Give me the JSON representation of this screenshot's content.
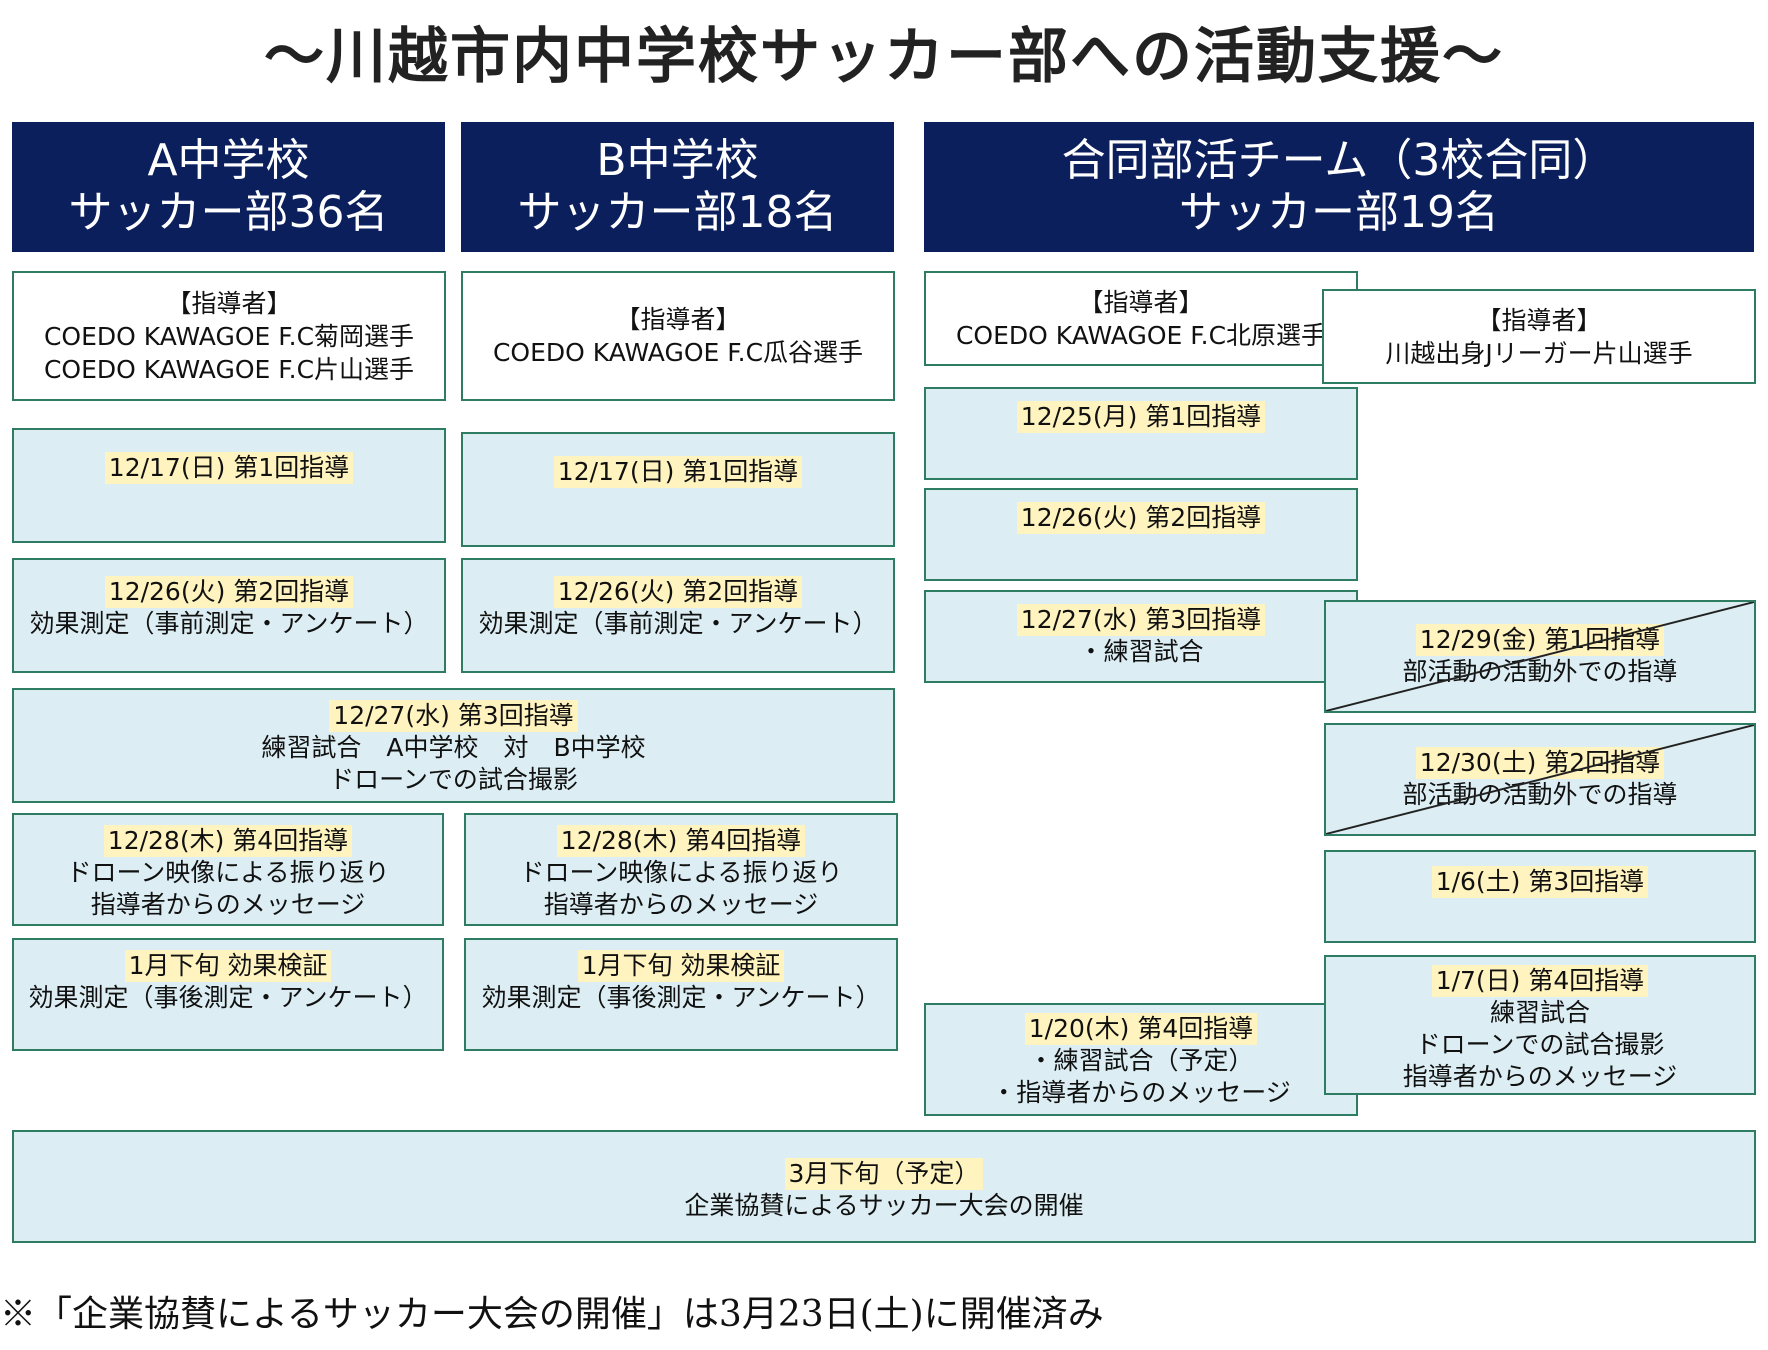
{
  "title": "〜川越市内中学校サッカー部への活動支援〜",
  "columns": {
    "a": {
      "name": "A中学校",
      "members": "サッカー部36名"
    },
    "b": {
      "name": "B中学校",
      "members": "サッカー部18名"
    },
    "c": {
      "name": "合同部活チーム（3校合同）",
      "members": "サッカー部19名"
    }
  },
  "coaches": {
    "a": {
      "label": "【指導者】",
      "lines": [
        "COEDO KAWAGOE F.C菊岡選手",
        "COEDO KAWAGOE F.C片山選手"
      ]
    },
    "b": {
      "label": "【指導者】",
      "lines": [
        "COEDO KAWAGOE F.C瓜谷選手"
      ]
    },
    "c1": {
      "label": "【指導者】",
      "lines": [
        "COEDO KAWAGOE F.C北原選手"
      ]
    },
    "c2": {
      "label": "【指導者】",
      "lines": [
        "川越出身Jリーガー片山選手"
      ]
    }
  },
  "sessions": {
    "a1": {
      "head": "12/17(日) 第1回指導"
    },
    "b1": {
      "head": "12/17(日) 第1回指導"
    },
    "a2": {
      "head": "12/26(火) 第2回指導",
      "lines": [
        "効果測定（事前測定・アンケート）"
      ]
    },
    "b2": {
      "head": "12/26(火) 第2回指導",
      "lines": [
        "効果測定（事前測定・アンケート）"
      ]
    },
    "ab3": {
      "head": "12/27(水) 第3回指導",
      "lines": [
        "練習試合　A中学校　対　B中学校",
        "ドローンでの試合撮影"
      ]
    },
    "a4": {
      "head": "12/28(木) 第4回指導",
      "lines": [
        "ドローン映像による振り返り",
        "指導者からのメッセージ"
      ]
    },
    "b4": {
      "head": "12/28(木) 第4回指導",
      "lines": [
        "ドローン映像による振り返り",
        "指導者からのメッセージ"
      ]
    },
    "a5": {
      "head": "1月下旬 効果検証",
      "lines": [
        "効果測定（事後測定・アンケート）"
      ]
    },
    "b5": {
      "head": "1月下旬 効果検証",
      "lines": [
        "効果測定（事後測定・アンケート）"
      ]
    },
    "c1": {
      "head": "12/25(月) 第1回指導"
    },
    "c2": {
      "head": "12/26(火) 第2回指導"
    },
    "c3": {
      "head": "12/27(水) 第3回指導",
      "lines": [
        "・練習試合"
      ]
    },
    "c4": {
      "head": "1/20(木) 第4回指導",
      "lines": [
        "・練習試合（予定）",
        "・指導者からのメッセージ"
      ]
    },
    "d1": {
      "head": "12/29(金) 第1回指導",
      "lines": [
        "部活動の活動外での指導"
      ]
    },
    "d2": {
      "head": "12/30(土) 第2回指導",
      "lines": [
        "部活動の活動外での指導"
      ]
    },
    "d3": {
      "head": "1/6(土) 第3回指導"
    },
    "d4": {
      "head": "1/7(日) 第4回指導",
      "lines": [
        "練習試合",
        "ドローンでの試合撮影",
        "指導者からのメッセージ"
      ]
    },
    "final": {
      "head": "3月下旬（予定）",
      "lines": [
        "企業協賛によるサッカー大会の開催"
      ]
    }
  },
  "note": "※「企業協賛によるサッカー大会の開催」は3月23日(土)に開催済み",
  "colors": {
    "header_bg": "#0b1f5c",
    "box_bg": "#dceef4",
    "border": "#2e7d62",
    "highlight": "#fff4bf"
  }
}
